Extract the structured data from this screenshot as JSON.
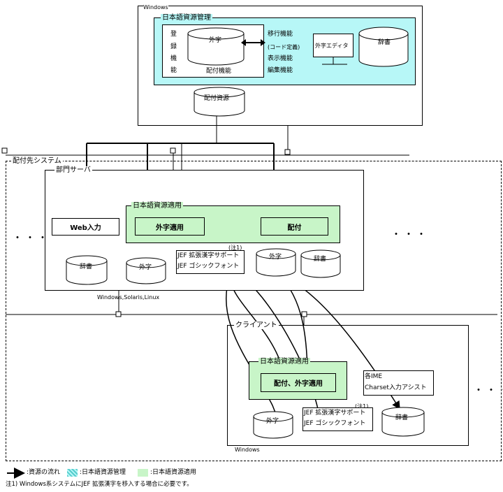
{
  "mgmt": {
    "os_label": "Windows",
    "title": "日本語資源管理",
    "register_func": [
      "登",
      "録",
      "機",
      "能"
    ],
    "gaiji_db": "外字",
    "migrate_func": "移行機能",
    "code_def": "(コード定義)",
    "display_func": "表示機能",
    "edit_func": "編集機能",
    "distribute_func": "配付機能",
    "gaiji_editor": "外字エディタ",
    "dict_db": "辞書",
    "dist_resource": "配付資源"
  },
  "dest": {
    "title": "配付先システム",
    "server": {
      "title": "部門サーバ",
      "os_label": "Windows,Solaris,Linux",
      "web_input": "Web入力",
      "apply_title": "日本語資源適用",
      "gaiji_apply": "外字適用",
      "distribute": "配付",
      "dict_db": "辞書",
      "gaiji_db": "外字",
      "note_mark": "(注1)",
      "jef_kanji": "JEF 拡張漢字サポート",
      "jef_gothic": "JEF ゴシックフォント",
      "gaiji_db2": "外字",
      "dict_db2": "辞書"
    },
    "client": {
      "title": "クライアント",
      "os_label": "Windows",
      "apply_title": "日本語資源適用",
      "apply_action": "配付、外字適用",
      "ime_line1": "各IME",
      "ime_line2": "Charset入力アシスト",
      "note_mark": "(注1)",
      "jef_kanji": "JEF 拡張漢字サポート",
      "jef_gothic": "JEF ゴシックフォント",
      "gaiji_db": "外字",
      "dict_db": "辞書"
    }
  },
  "ellipsis": "・・・",
  "legend": {
    "flow": ":資源の流れ",
    "mgmt": ":日本語資源管理",
    "apply": ":日本語資源適用"
  },
  "footnote": "注1) Windows系システムにJEF 拡張漢字を移入する場合に必要です。",
  "colors": {
    "mgmt": "#b7f7f7",
    "apply": "#c8f5c8"
  }
}
